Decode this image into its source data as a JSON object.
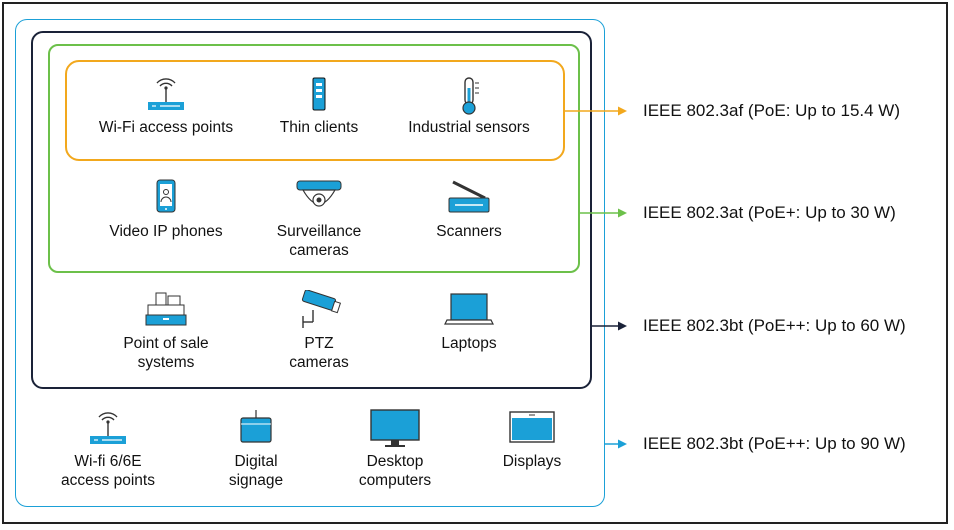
{
  "groups": [
    {
      "id": "poe-15",
      "standard": "IEEE 802.3af (PoE: Up to 15.4 W)",
      "color": "#f2a81d",
      "devices": [
        {
          "label": "Wi-Fi access points",
          "icon": "wifi-access-point-icon"
        },
        {
          "label": "Thin clients",
          "icon": "thin-client-icon"
        },
        {
          "label": "Industrial sensors",
          "icon": "thermometer-icon"
        }
      ]
    },
    {
      "id": "poe-30",
      "standard": "IEEE 802.3at (PoE+: Up to 30 W)",
      "color": "#6cc04a",
      "devices": [
        {
          "label": "Video IP phones",
          "icon": "video-phone-icon"
        },
        {
          "label": "Surveillance\ncameras",
          "icon": "dome-camera-icon"
        },
        {
          "label": "Scanners",
          "icon": "scanner-icon"
        }
      ]
    },
    {
      "id": "poe-60",
      "standard": "IEEE 802.3bt (PoE++: Up to 60 W)",
      "color": "#1a2238",
      "devices": [
        {
          "label": "Point of sale\nsystems",
          "icon": "cash-register-icon"
        },
        {
          "label": "PTZ\ncameras",
          "icon": "ptz-camera-icon"
        },
        {
          "label": "Laptops",
          "icon": "laptop-icon"
        }
      ]
    },
    {
      "id": "poe-90",
      "standard": "IEEE 802.3bt (PoE++: Up to 90 W)",
      "color": "#1ba0d7",
      "devices": [
        {
          "label": "Wi-fi 6/6E\naccess points",
          "icon": "wifi-access-point-icon"
        },
        {
          "label": "Digital\nsignage",
          "icon": "digital-signage-icon"
        },
        {
          "label": "Desktop\ncomputers",
          "icon": "desktop-monitor-icon"
        },
        {
          "label": "Displays",
          "icon": "display-icon"
        }
      ]
    }
  ]
}
